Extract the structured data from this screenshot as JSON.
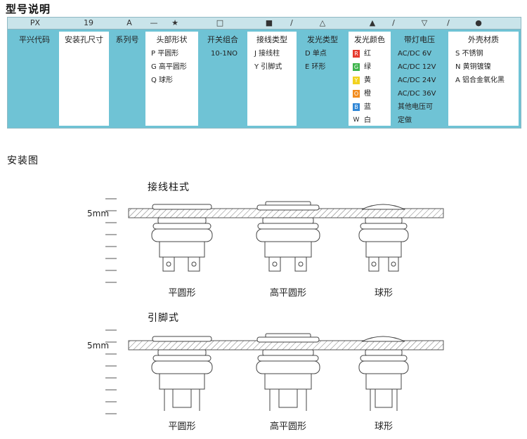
{
  "headings": {
    "model": "型号说明",
    "install": "安装图"
  },
  "codes": [
    "PX",
    "19",
    "A",
    "—",
    "★",
    "□",
    "■",
    "/",
    "△",
    "▲",
    "/",
    "▽",
    "/",
    "●"
  ],
  "columns": [
    {
      "header": "平兴代码",
      "items": []
    },
    {
      "header": "安装孔尺寸",
      "items": []
    },
    {
      "header": "系列号",
      "items": []
    },
    {
      "header": "头部形状",
      "items": [
        "P 平圆形",
        "G 高平圆形",
        "Q 球形"
      ]
    },
    {
      "header": "开关组合",
      "items": [
        "10-1NO"
      ]
    },
    {
      "header": "接线类型",
      "items": [
        "J 接线柱",
        "Y 引脚式"
      ]
    },
    {
      "header": "发光类型",
      "items": [
        "D 单点",
        "E 环形"
      ]
    },
    {
      "header": "发光颜色",
      "items": []
    },
    {
      "header": "带灯电压",
      "items": [
        "AC/DC 6V",
        "AC/DC 12V",
        "AC/DC 24V",
        "AC/DC 36V",
        "其他电压可",
        "定做"
      ]
    },
    {
      "header": "外壳材质",
      "items": [
        "S 不锈钢",
        "N 黄铜镀镍",
        "A 铝合金氧化黑"
      ]
    }
  ],
  "colors": [
    {
      "code": "R",
      "name": "红",
      "hex": "#e63a2e"
    },
    {
      "code": "G",
      "name": "绿",
      "hex": "#3db44a"
    },
    {
      "code": "Y",
      "name": "黄",
      "hex": "#f2d21f"
    },
    {
      "code": "O",
      "name": "橙",
      "hex": "#f28c1e"
    },
    {
      "code": "B",
      "name": "蓝",
      "hex": "#2f86d6"
    },
    {
      "code": "W",
      "name": "白",
      "hex": "#ffffff"
    }
  ],
  "diagram": {
    "section1": "接线柱式",
    "section2": "引脚式",
    "thickness_label": "5mm",
    "shapes": [
      "平圆形",
      "高平圆形",
      "球形"
    ]
  }
}
